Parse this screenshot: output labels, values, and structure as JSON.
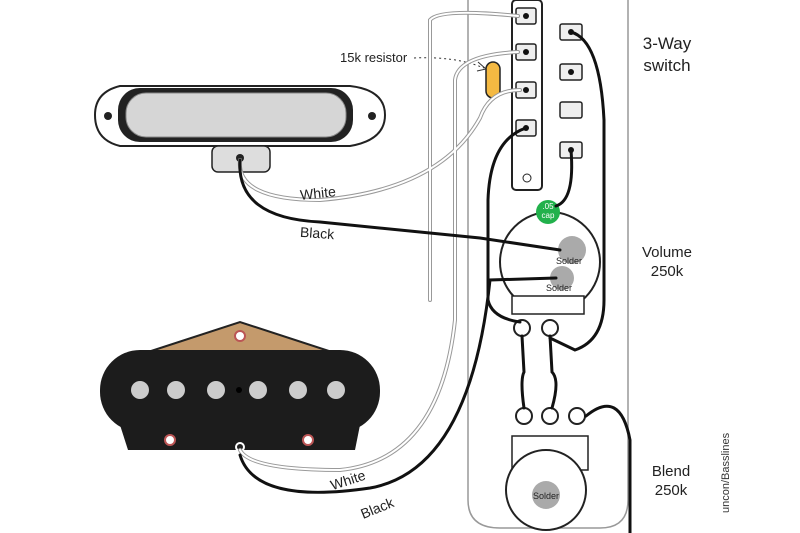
{
  "labels": {
    "switch_title": "3-Way",
    "switch_sub": "switch",
    "resistor": "15k resistor",
    "volume_title": "Volume",
    "volume_value": "250k",
    "blend_title": "Blend",
    "blend_value": "250k",
    "cap_line1": ".05",
    "cap_line2": "cap",
    "solder": "Solder",
    "neck_white": "White",
    "neck_black": "Black",
    "bridge_white": "White",
    "bridge_black": "Black",
    "credit": "uncon/Basslines"
  },
  "colors": {
    "wire_black": "#111111",
    "wire_white": "#d8d8d8",
    "cap_green": "#22b14c",
    "resistor_orange": "#f4b942",
    "solder_gray": "#aaaaaa"
  }
}
